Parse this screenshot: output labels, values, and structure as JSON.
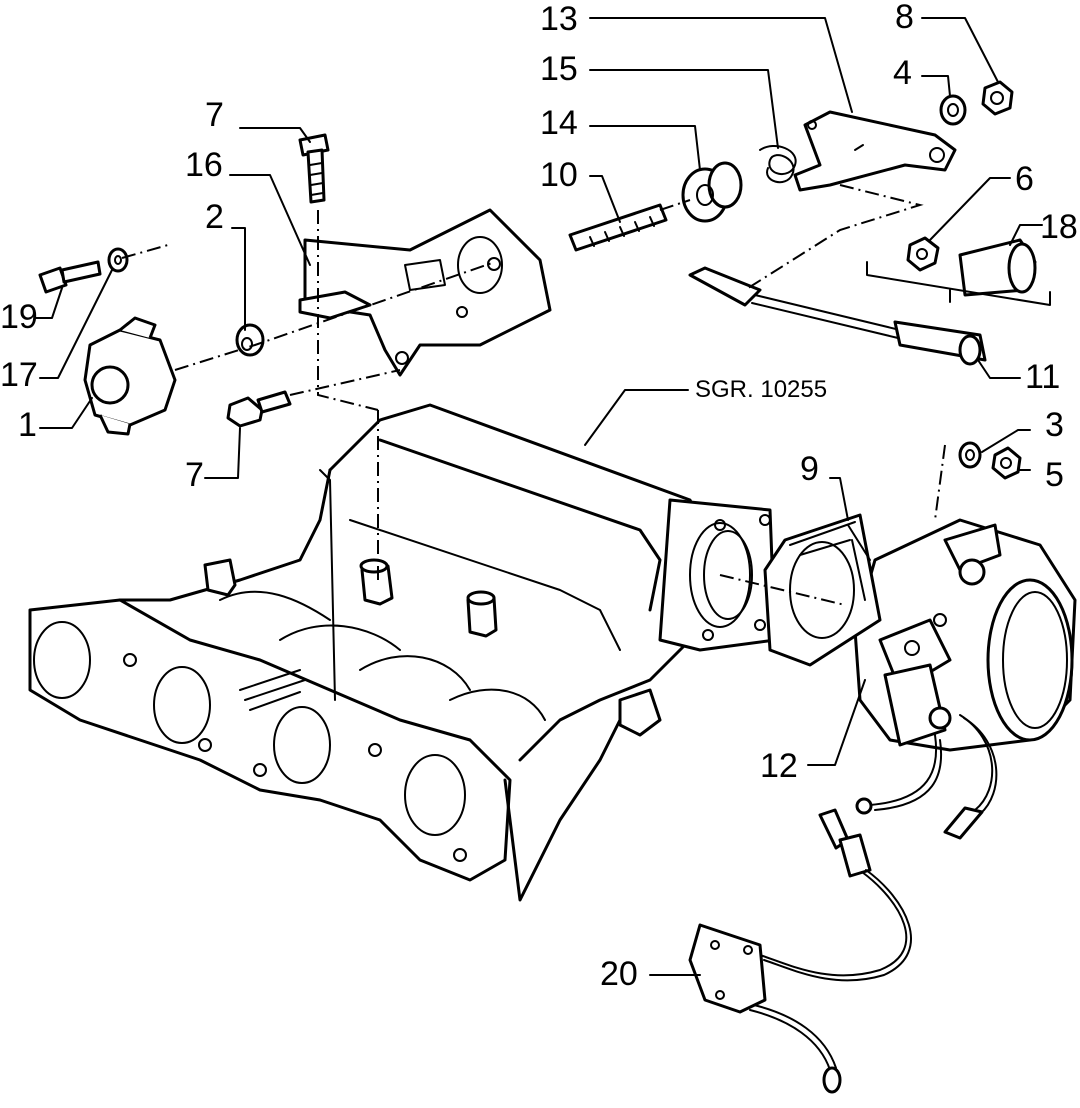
{
  "diagram": {
    "reference": "SGR. 10255",
    "callouts": {
      "c1": "1",
      "c2": "2",
      "c3": "3",
      "c4": "4",
      "c5": "5",
      "c6": "6",
      "c7a": "7",
      "c7b": "7",
      "c8": "8",
      "c9": "9",
      "c10": "10",
      "c11": "11",
      "c12": "12",
      "c13": "13",
      "c14": "14",
      "c15": "15",
      "c16": "16",
      "c17": "17",
      "c18": "18",
      "c19": "19",
      "c20": "20"
    }
  }
}
